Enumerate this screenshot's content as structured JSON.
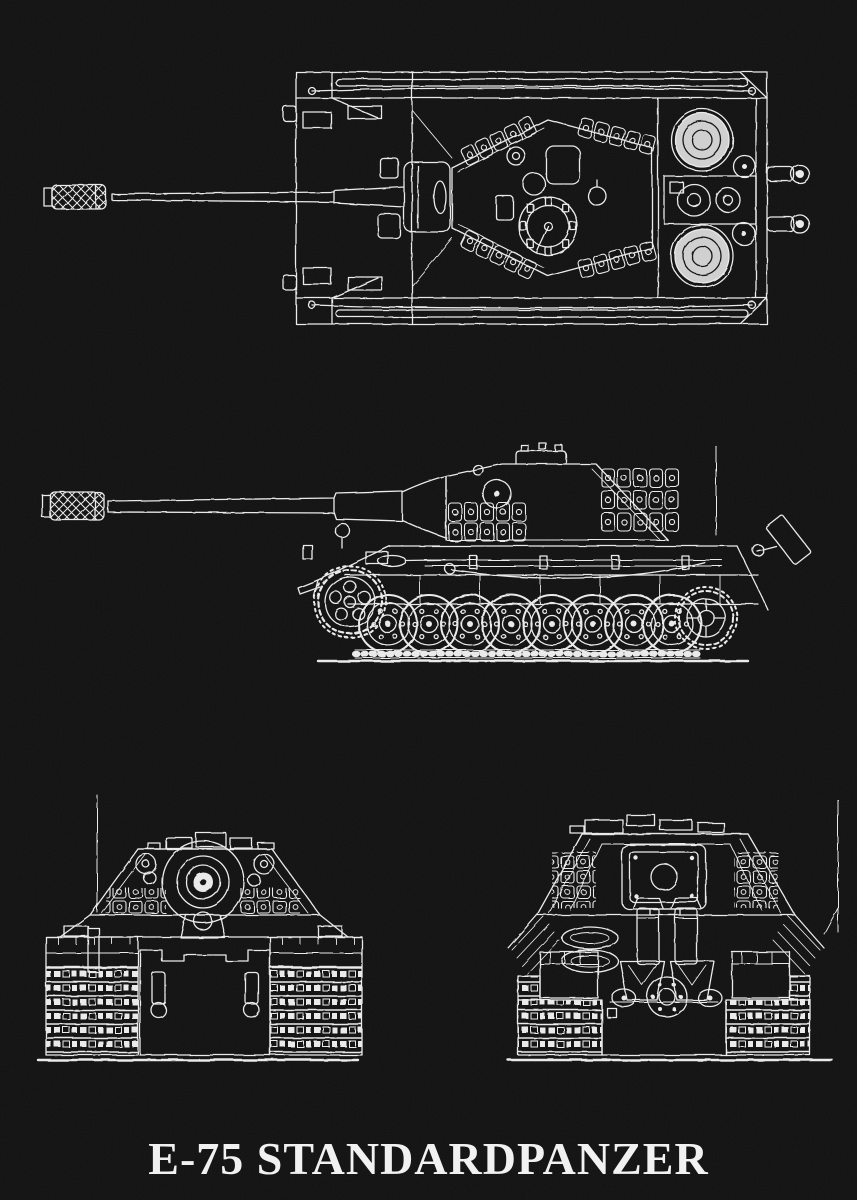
{
  "poster": {
    "title": "E-75 STANDARDPANZER",
    "colors": {
      "background": "#0c0c0c",
      "line": "#e9e9e9",
      "title": "#f1f1f1"
    },
    "views": [
      {
        "id": "top-view",
        "description": "E-75 heavy tank seen from above, gun with muzzle brake pointing left, twin engine fans and exhausts at rear"
      },
      {
        "id": "side-view",
        "description": "E-75 heavy tank left profile, long 88mm-style gun facing left, eight overlapped road wheels, drive sprocket front, idler rear, radio antenna"
      },
      {
        "id": "front-view",
        "description": "E-75 heavy tank front elevation with trapezoidal turret, circular gun mantlet and full-width tracks"
      },
      {
        "id": "rear-view",
        "description": "E-75 heavy tank rear elevation with turret rear hatch, twin armored exhaust pipes, stowage boxes and tracks"
      }
    ]
  }
}
